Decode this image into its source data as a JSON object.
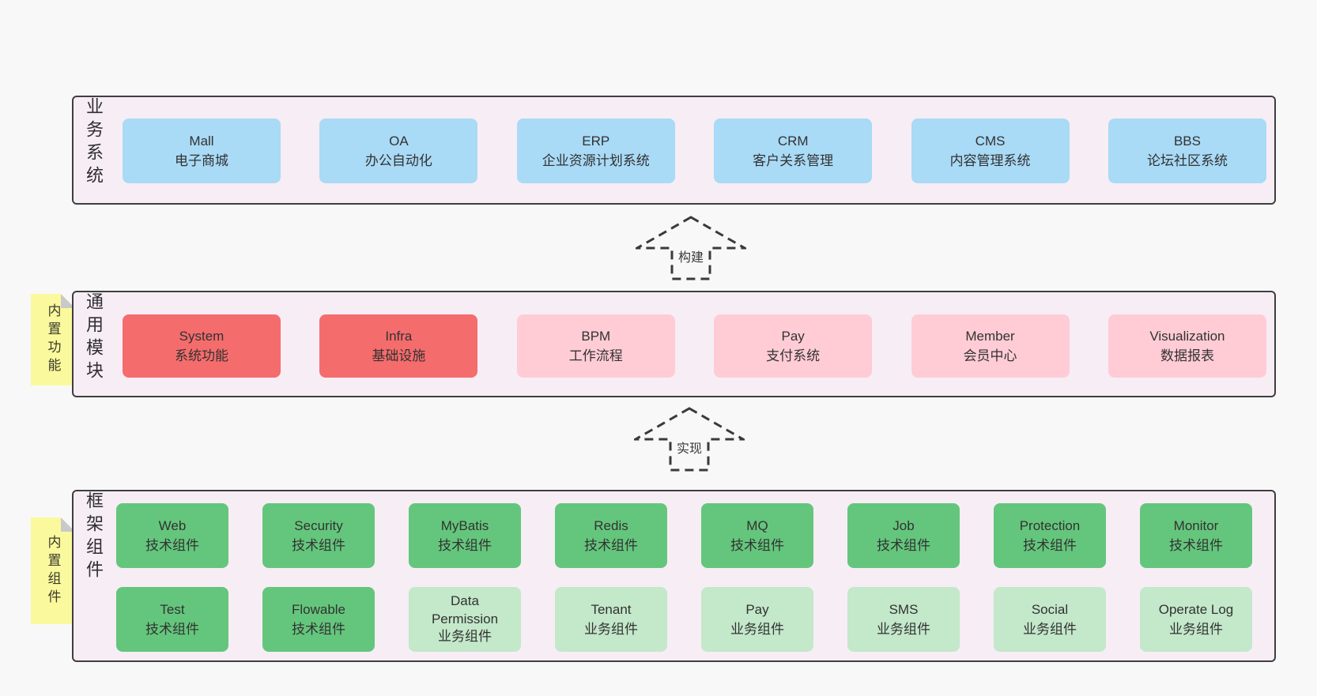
{
  "colors": {
    "page_bg": "#f8f8f8",
    "panel_bg": "#f7edf5",
    "panel_border": "#3f3f3f",
    "blue_box": "#a9daf6",
    "red_box": "#f56c6c",
    "pink_box": "#ffccd5",
    "green_box": "#64c67c",
    "light_green_box": "#c3e8ca",
    "note_yellow": "#fbf99d",
    "note_fold_gray": "#c9c9c9"
  },
  "arrows": [
    {
      "label": "构建"
    },
    {
      "label": "实现"
    }
  ],
  "sections": [
    {
      "label": "业务系统",
      "boxes": [
        {
          "name": "Mall",
          "desc": "电子商城"
        },
        {
          "name": "OA",
          "desc": "办公自动化"
        },
        {
          "name": "ERP",
          "desc": "企业资源计划系统"
        },
        {
          "name": "CRM",
          "desc": "客户关系管理"
        },
        {
          "name": "CMS",
          "desc": "内容管理系统"
        },
        {
          "name": "BBS",
          "desc": "论坛社区系统"
        }
      ]
    },
    {
      "label": "通用模块",
      "note": "内置功能",
      "boxes": [
        {
          "name": "System",
          "desc": "系统功能"
        },
        {
          "name": "Infra",
          "desc": "基础设施"
        },
        {
          "name": "BPM",
          "desc": "工作流程"
        },
        {
          "name": "Pay",
          "desc": "支付系统"
        },
        {
          "name": "Member",
          "desc": "会员中心"
        },
        {
          "name": "Visualization",
          "desc": "数据报表"
        }
      ]
    },
    {
      "label": "框架组件",
      "note": "内置组件",
      "rows": [
        [
          {
            "name": "Web",
            "desc": "技术组件"
          },
          {
            "name": "Security",
            "desc": "技术组件"
          },
          {
            "name": "MyBatis",
            "desc": "技术组件"
          },
          {
            "name": "Redis",
            "desc": "技术组件"
          },
          {
            "name": "MQ",
            "desc": "技术组件"
          },
          {
            "name": "Job",
            "desc": "技术组件"
          },
          {
            "name": "Protection",
            "desc": "技术组件"
          },
          {
            "name": "Monitor",
            "desc": "技术组件"
          }
        ],
        [
          {
            "name": "Test",
            "desc": "技术组件"
          },
          {
            "name": "Flowable",
            "desc": "技术组件"
          },
          {
            "name": "Data Permission",
            "desc": "业务组件"
          },
          {
            "name": "Tenant",
            "desc": "业务组件"
          },
          {
            "name": "Pay",
            "desc": "业务组件"
          },
          {
            "name": "SMS",
            "desc": "业务组件"
          },
          {
            "name": "Social",
            "desc": "业务组件"
          },
          {
            "name": "Operate Log",
            "desc": "业务组件"
          }
        ]
      ]
    }
  ]
}
